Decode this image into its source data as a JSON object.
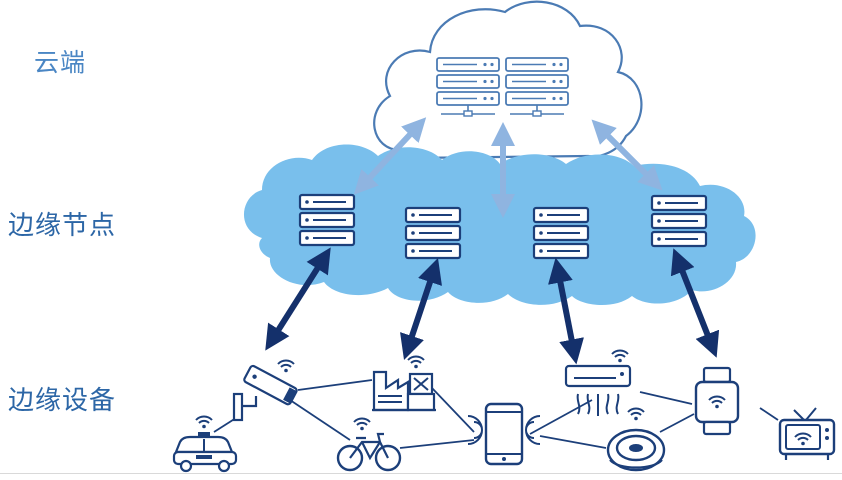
{
  "labels": {
    "cloud": "云端",
    "edge_node": "边缘节点",
    "edge_device": "边缘设备"
  },
  "colors": {
    "cloud_outline": "#4b7bb4",
    "edge_cloud_fill": "#79bfec",
    "dark_arrow": "#14306b",
    "light_arrow": "#8fb4e0",
    "icon_stroke": "#1c3f7a",
    "label_text": "#2f6fae"
  },
  "icons": {
    "cloud_servers": [
      "server-rack-icon",
      "server-rack-icon"
    ],
    "edge_servers": [
      "server-rack-icon",
      "server-rack-icon",
      "server-rack-icon",
      "server-rack-icon"
    ],
    "devices": [
      "taxi-icon",
      "security-camera-icon",
      "factory-icon",
      "bicycle-icon",
      "smartphone-icon",
      "air-conditioner-icon",
      "robot-vacuum-icon",
      "smartwatch-icon",
      "television-icon"
    ]
  }
}
